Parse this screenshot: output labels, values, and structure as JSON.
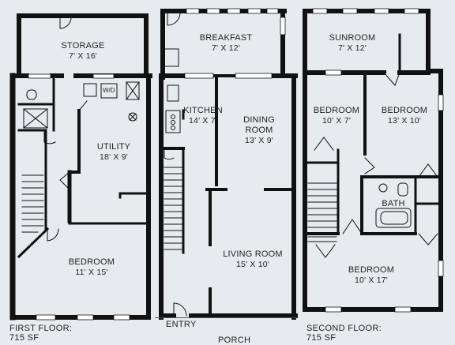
{
  "floors": {
    "first": {
      "caption": "FIRST FLOOR:",
      "area": "715 SF",
      "rooms": {
        "storage": {
          "name": "STORAGE",
          "dim": "7' X 16'"
        },
        "utility": {
          "name": "UTILITY",
          "dim": "18' X 9'"
        },
        "bedroom": {
          "name": "BEDROOM",
          "dim": "11' X 15'"
        }
      },
      "washer_dryer_label": "W/D"
    },
    "main": {
      "rooms": {
        "breakfast": {
          "name": "BREAKFAST",
          "dim": "7' X 12'"
        },
        "kitchen": {
          "name": "KITCHEN",
          "dim": "14' X 7'"
        },
        "dining": {
          "name_line1": "DINING",
          "name_line2": "ROOM",
          "dim": "13' X 9'"
        },
        "living": {
          "name": "LIVING ROOM",
          "dim": "15' X 10'"
        }
      },
      "entry_label": "ENTRY",
      "porch_label": "PORCH"
    },
    "second": {
      "caption": "SECOND FLOOR:",
      "area": "715 SF",
      "rooms": {
        "sunroom": {
          "name": "SUNROOM",
          "dim": "7' X 12'"
        },
        "bedroom_left": {
          "name": "BEDROOM",
          "dim": "10' X 7'"
        },
        "bedroom_right": {
          "name": "BEDROOM",
          "dim": "13' X 10'"
        },
        "bath": {
          "name": "BATH"
        },
        "bedroom_main": {
          "name": "BEDROOM",
          "dim": "10' X 17'"
        }
      }
    }
  },
  "colors": {
    "background": "#e8ebee",
    "wall": "#111111",
    "window": "#ffffff",
    "fixture": "#333333"
  }
}
